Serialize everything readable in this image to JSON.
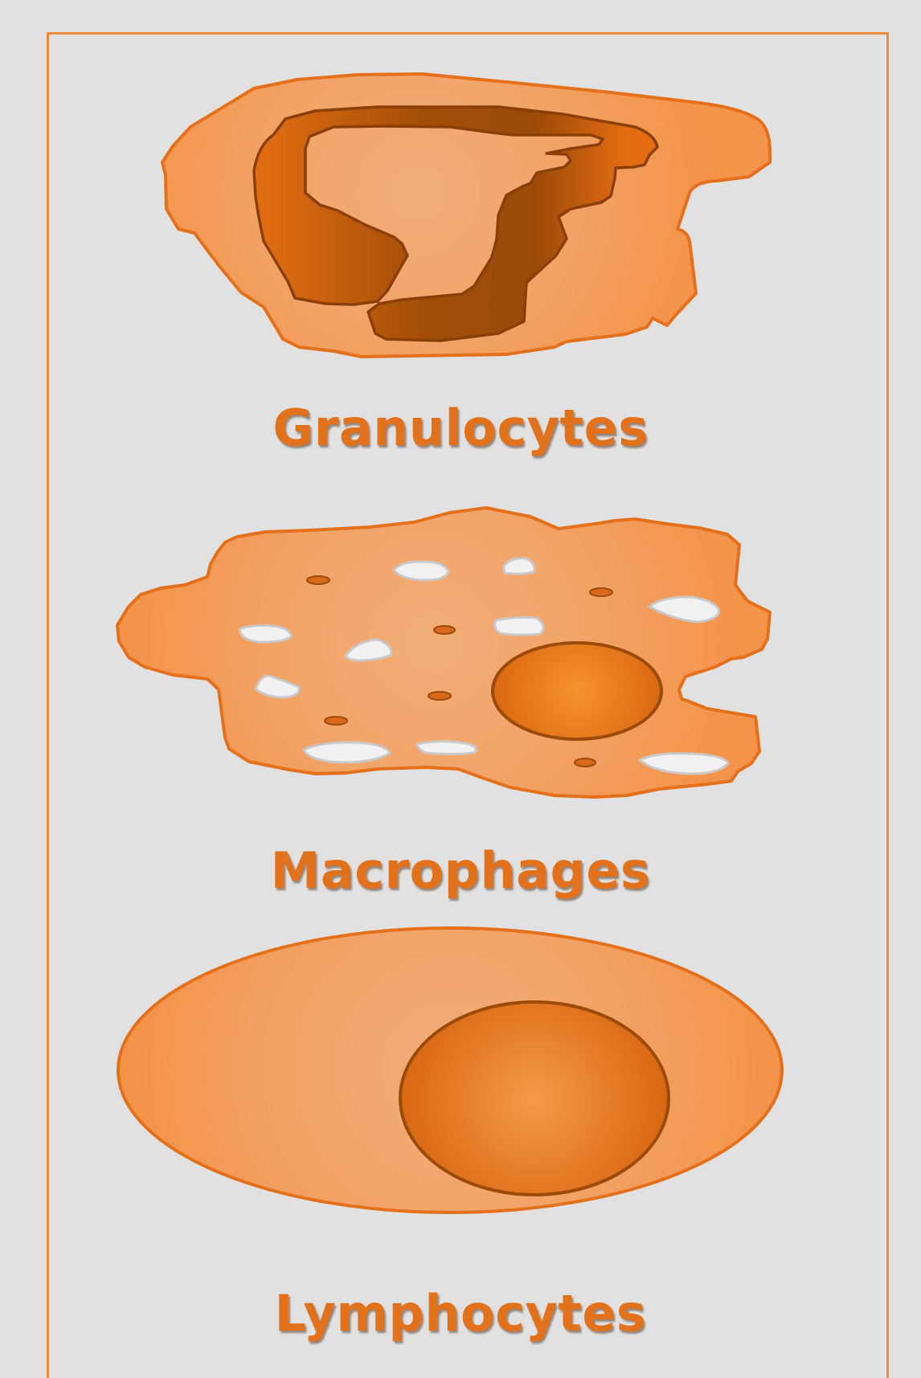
{
  "colors": {
    "background": "#e1e1e1",
    "frame": "#ef8a3c",
    "cell_fill": "#f4934a",
    "cell_center": "#f2ad78",
    "cell_stroke": "#e5701c",
    "nucleus_dark": "#9b4a08",
    "nucleus_mid": "#e46d12",
    "label": "#e2711c"
  },
  "panels": [
    {
      "label": "Granulocytes",
      "icon": "granulocyte-icon"
    },
    {
      "label": "Macrophages",
      "icon": "macrophage-icon"
    },
    {
      "label": "Lymphocytes",
      "icon": "lymphocyte-icon"
    }
  ]
}
